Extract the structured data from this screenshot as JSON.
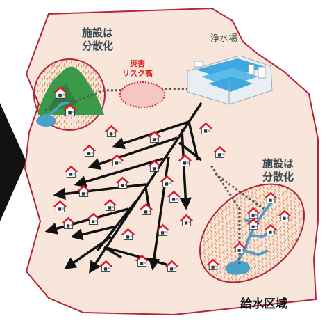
{
  "labels": {
    "facility_dispersed_left": [
      "施設は",
      "分散化"
    ],
    "water_plant": "浄水場",
    "disaster_risk": [
      "災害",
      "リスク高"
    ],
    "facility_dispersed_right": [
      "施設は",
      "分散化"
    ],
    "water_supply_area": "給水区域"
  },
  "colors": {
    "area_fill": "#f9e6da",
    "area_border": "#b5233b",
    "pipe": "#111111",
    "house_roof": "#e0162b",
    "risk_circle": "#e02020",
    "pond": "#4aa0c8",
    "hill": "#3a9a4a"
  },
  "icons": {
    "house": "house-icon",
    "plant": "water-treatment-plant-icon",
    "arrow": "chevron-right-arrow-icon"
  }
}
